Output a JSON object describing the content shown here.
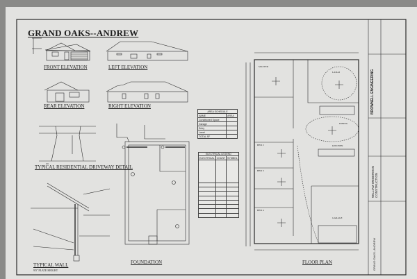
{
  "sheet": {
    "title": "GRAND OAKS--ANDREW",
    "views": {
      "front_elevation": "FRONT ELEVATION",
      "left_elevation": "LEFT ELEVATION",
      "rear_elevation": "REAR ELEVATION",
      "right_elevation": "RIGHT ELEVATION",
      "driveway_detail": "TYPICAL RESIDENTIAL DRIVEWAY DETAIL",
      "typical_wall": "TYPICAL WALL",
      "typical_wall_sub": "9'0\" PLATE HEIGHT",
      "foundation": "FOUNDATION",
      "floor_plan": "FLOOR PLAN"
    },
    "area_schedule": {
      "title": "AREA SCHEDULE",
      "headers": [
        "NAME",
        "AREA"
      ],
      "rows": [
        "Conditioned Space",
        "Garage",
        "Entry",
        "Lanai",
        "TOTAL SF"
      ]
    },
    "electrical_legend": {
      "title": "ELECTRICAL LEGEND",
      "headers": [
        "ELECTRICAL",
        "COUNT",
        "SYMBOL"
      ]
    },
    "rooms": [
      "MASTER",
      "LANAI",
      "DINING",
      "KITCHEN",
      "BED 2",
      "BED 3",
      "BED 4",
      "GARAGE"
    ],
    "title_block": {
      "engineer": "BROWNELL ENGINEERING",
      "client": "WILLIAM WEBERMAN CONSTRUCTION",
      "project": "GRAND OAKS--ANDREW"
    }
  }
}
